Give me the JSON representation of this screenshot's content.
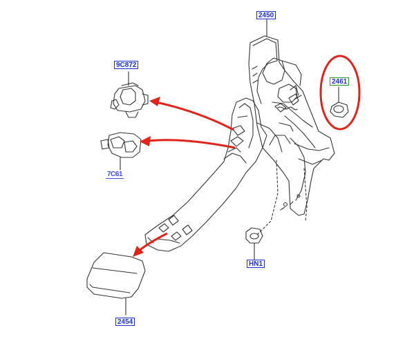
{
  "callouts": {
    "pedal_bracket": "2450",
    "pedal_sensor_upper": "9C872",
    "nut": "2461",
    "pedal_sensor_lower": "7C61",
    "flange_nut": "HN1",
    "pedal_pad": "2454"
  },
  "colors": {
    "callout_text": "#1a2fd6",
    "callout_border_highlight": "#1f9a2a",
    "arrow": "#e2231a",
    "highlight_ring": "#e2231a",
    "line_art": "#333333"
  }
}
